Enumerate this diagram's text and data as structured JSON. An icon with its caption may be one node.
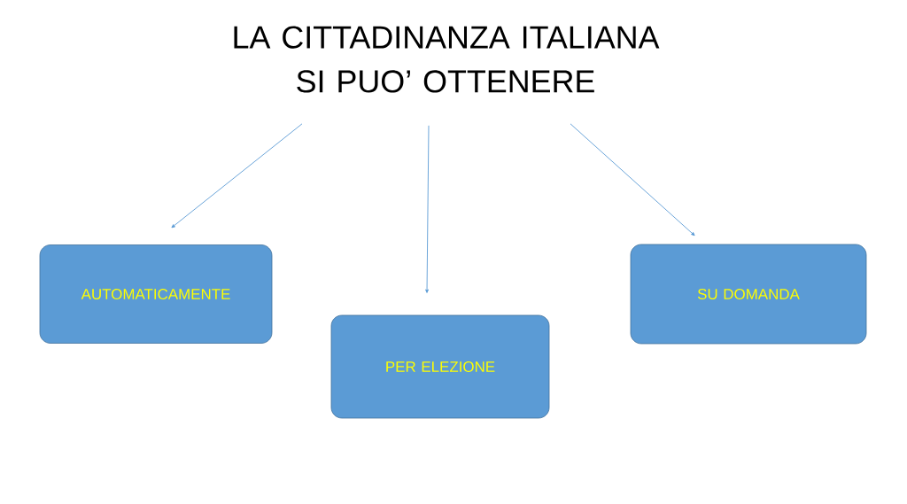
{
  "diagram": {
    "nodes": [
      {
        "text": [
          "LA CITTADINANZA ITALIANA SI PUO’ OTTENERE"
        ]
      },
      {
        "text": [
          "AUTOMATICAMENTE"
        ]
      },
      {
        "text": [
          "PER ELEZIONE"
        ]
      },
      {
        "text": [
          "SU DOMANDA"
        ]
      }
    ],
    "edges": [
      {
        "from": 0,
        "to": 1,
        "arrow": "to"
      },
      {
        "from": 0,
        "to": 2,
        "arrow": "to"
      },
      {
        "from": 0,
        "to": 3,
        "arrow": "to"
      }
    ]
  }
}
